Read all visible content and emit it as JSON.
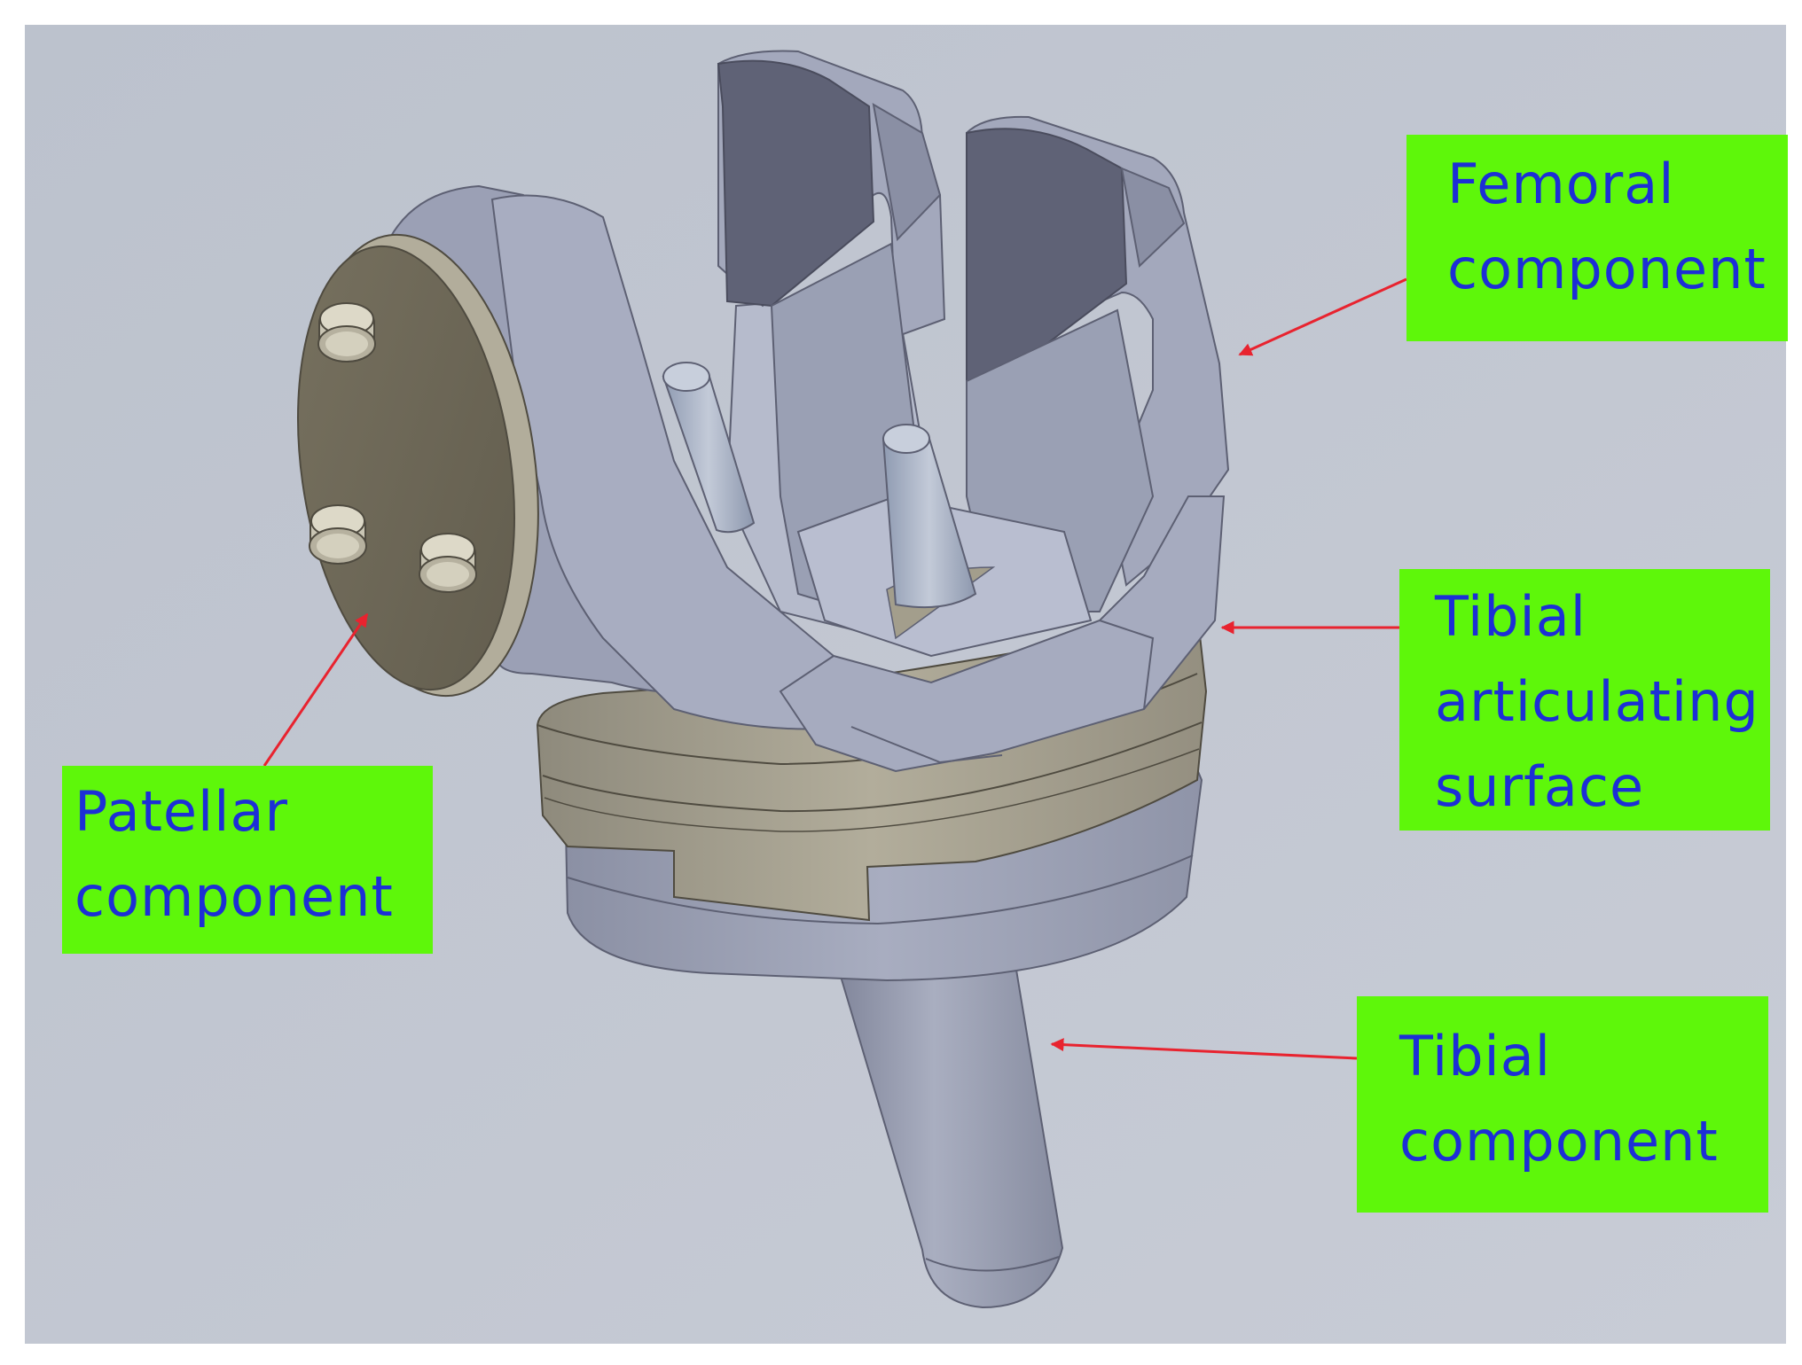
{
  "colors": {
    "background": "#c4c9d3",
    "metal": "#a3a9bd",
    "metal_dark": "#5d6073",
    "polymer": "#a9a492",
    "label_fill": "#5ef70a",
    "label_text": "#1c2fd6",
    "arrow": "#e8232f"
  },
  "labels": {
    "femoral": "Femoral\ncomponent",
    "tibial_articulating": "Tibial\narticulating\nsurface",
    "patellar": "Patellar\ncomponent",
    "tibial": "Tibial\ncomponent"
  }
}
